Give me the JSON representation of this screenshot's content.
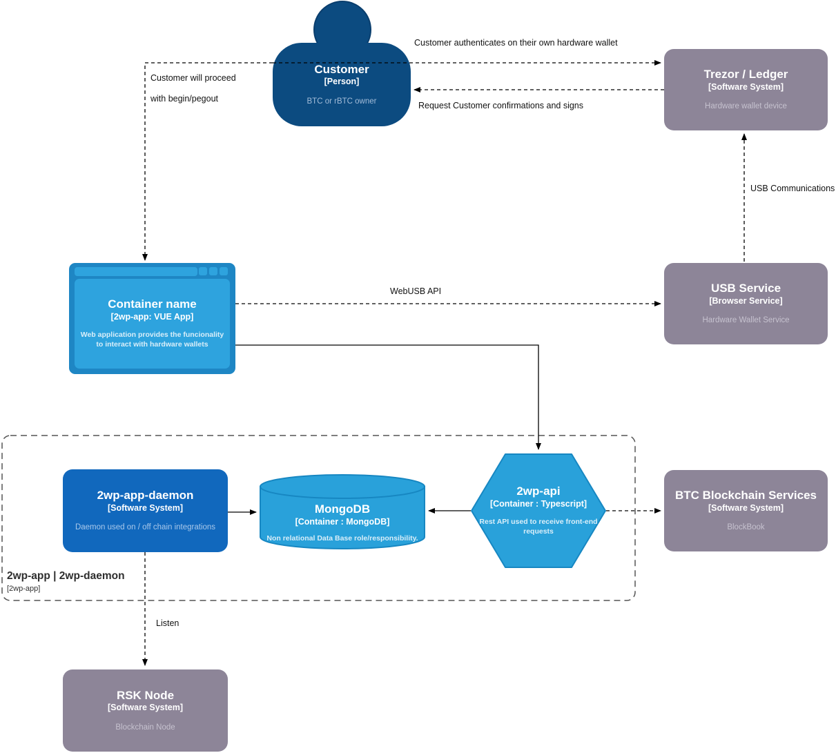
{
  "colors": {
    "person_blue": "#0C4B80",
    "container_blue": "#1168BD",
    "light_blue": "#29A1DA",
    "light_blue_border": "#1787C2",
    "browser_frame_blue": "#1E86C4",
    "gray_node": "#8D8598",
    "boundary_stroke": "#545454",
    "arrow_black": "#000000"
  },
  "nodes": {
    "customer": {
      "title": "Customer",
      "subtitle": "[Person]",
      "description": "BTC or rBTC owner"
    },
    "trezor": {
      "title": "Trezor / Ledger",
      "subtitle": "[Software System]",
      "description": "Hardware wallet device"
    },
    "webapp": {
      "title": "Container name",
      "subtitle": "[2wp-app: VUE App]",
      "description": "Web application provides the funcionality to interact with hardware wallets"
    },
    "usb_service": {
      "title": "USB Service",
      "subtitle": "[Browser Service]",
      "description": "Hardware Wallet Service"
    },
    "daemon": {
      "title": "2wp-app-daemon",
      "subtitle": "[Software System]",
      "description": "Daemon used on / off chain integrations"
    },
    "mongodb": {
      "title": "MongoDB",
      "subtitle": "[Container : MongoDB]",
      "description": "Non relational Data Base role/responsibility."
    },
    "api": {
      "title": "2wp-api",
      "subtitle": "[Container : Typescript]",
      "description": "Rest API used to receive front-end requests"
    },
    "btc": {
      "title": "BTC Blockchain Services",
      "subtitle": "[Software System]",
      "description": "BlockBook"
    },
    "rsk": {
      "title": "RSK Node",
      "subtitle": "[Software System]",
      "description": "Blockchain Node"
    }
  },
  "boundary": {
    "title": "2wp-app | 2wp-daemon",
    "subtitle": "[2wp-app]"
  },
  "edges": {
    "authenticates": {
      "label": "Customer authenticates on their own hardware wallet"
    },
    "confirmations": {
      "label": "Request Customer confirmations and signs"
    },
    "proceed": {
      "label_line1": "Customer will proceed",
      "label_line2": "with begin/pegout"
    },
    "usb_communications": {
      "label": "USB Communications"
    },
    "webusb_api": {
      "label": "WebUSB API"
    },
    "listen": {
      "label": "Listen"
    }
  }
}
